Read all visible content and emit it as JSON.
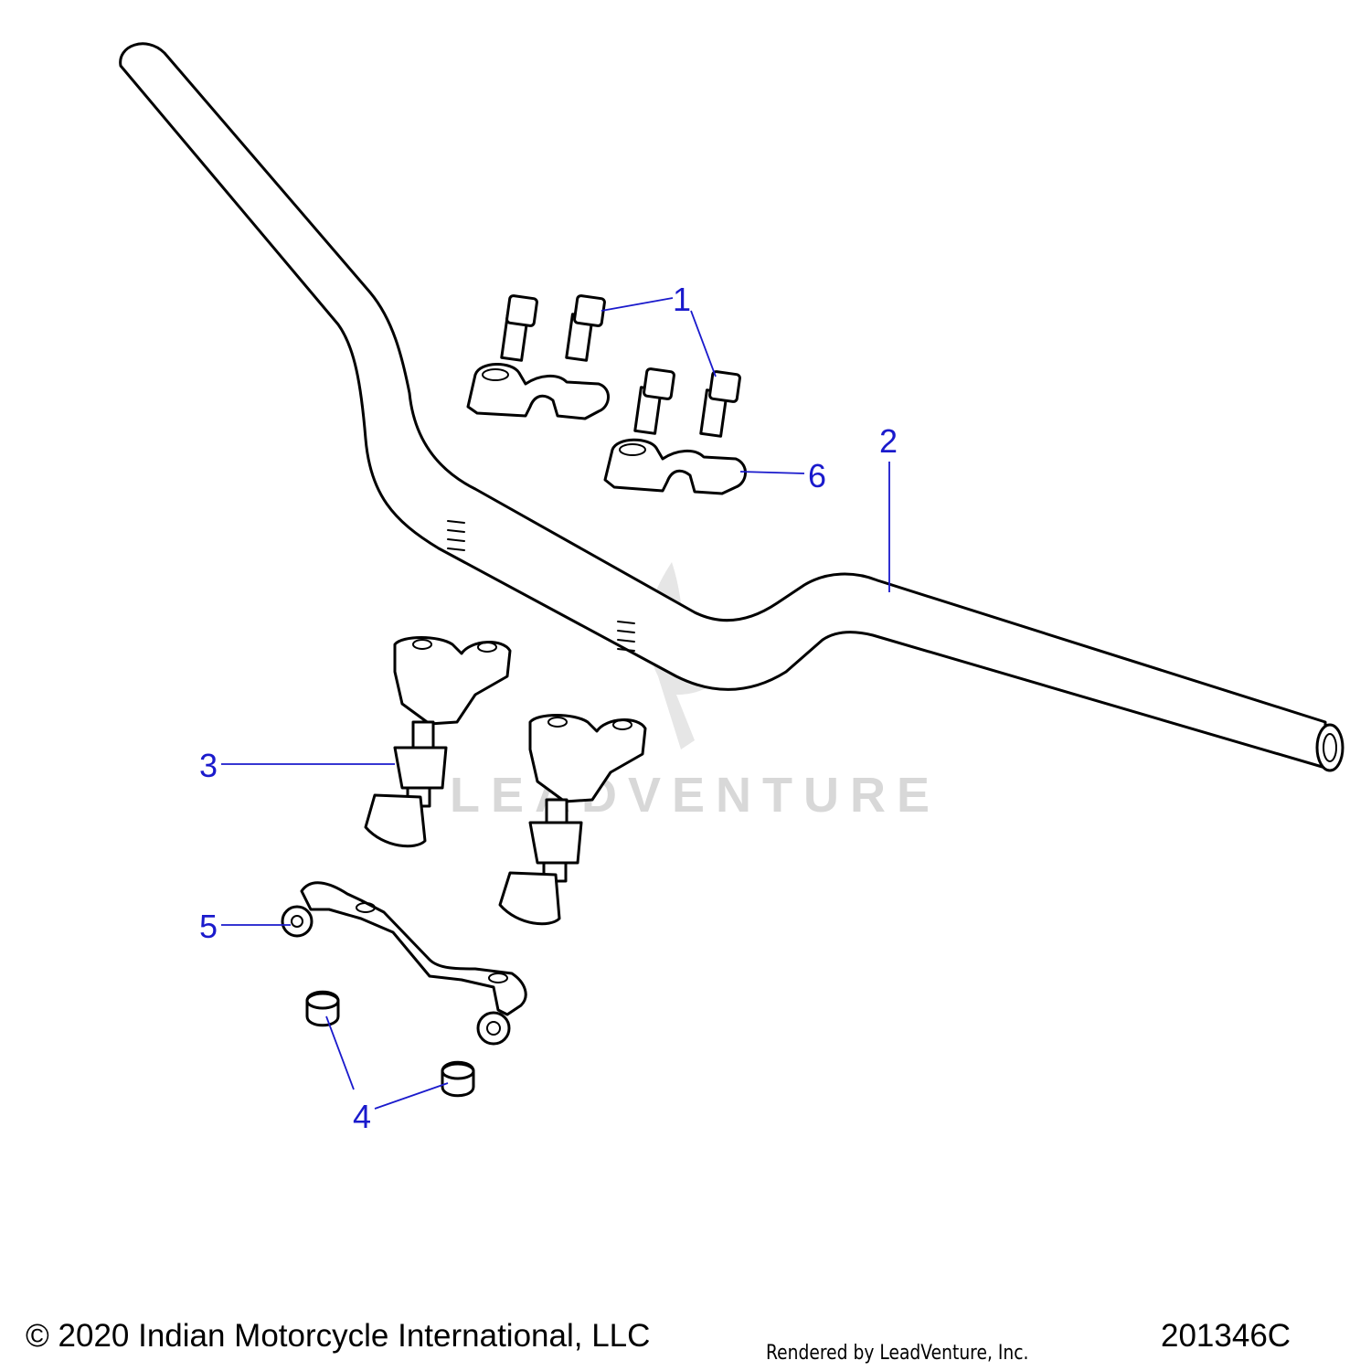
{
  "diagram": {
    "type": "exploded parts diagram",
    "watermark_text": "LEADVENTURE",
    "callouts": [
      {
        "id": "1",
        "label": "1",
        "part_icon": "bolt-icon"
      },
      {
        "id": "2",
        "label": "2",
        "part_icon": "handlebar-icon"
      },
      {
        "id": "3",
        "label": "3",
        "part_icon": "riser-icon"
      },
      {
        "id": "4",
        "label": "4",
        "part_icon": "nut-icon"
      },
      {
        "id": "5",
        "label": "5",
        "part_icon": "bracket-icon"
      },
      {
        "id": "6",
        "label": "6",
        "part_icon": "clamp-icon"
      }
    ]
  },
  "footer": {
    "copyright": "© 2020 Indian Motorcycle International, LLC",
    "rendered_by": "Rendered by LeadVenture, Inc.",
    "drawing_number": "201346C"
  },
  "colors": {
    "callout": "#1a1acc",
    "outline": "#000000",
    "watermark": "#d8d8d8"
  }
}
